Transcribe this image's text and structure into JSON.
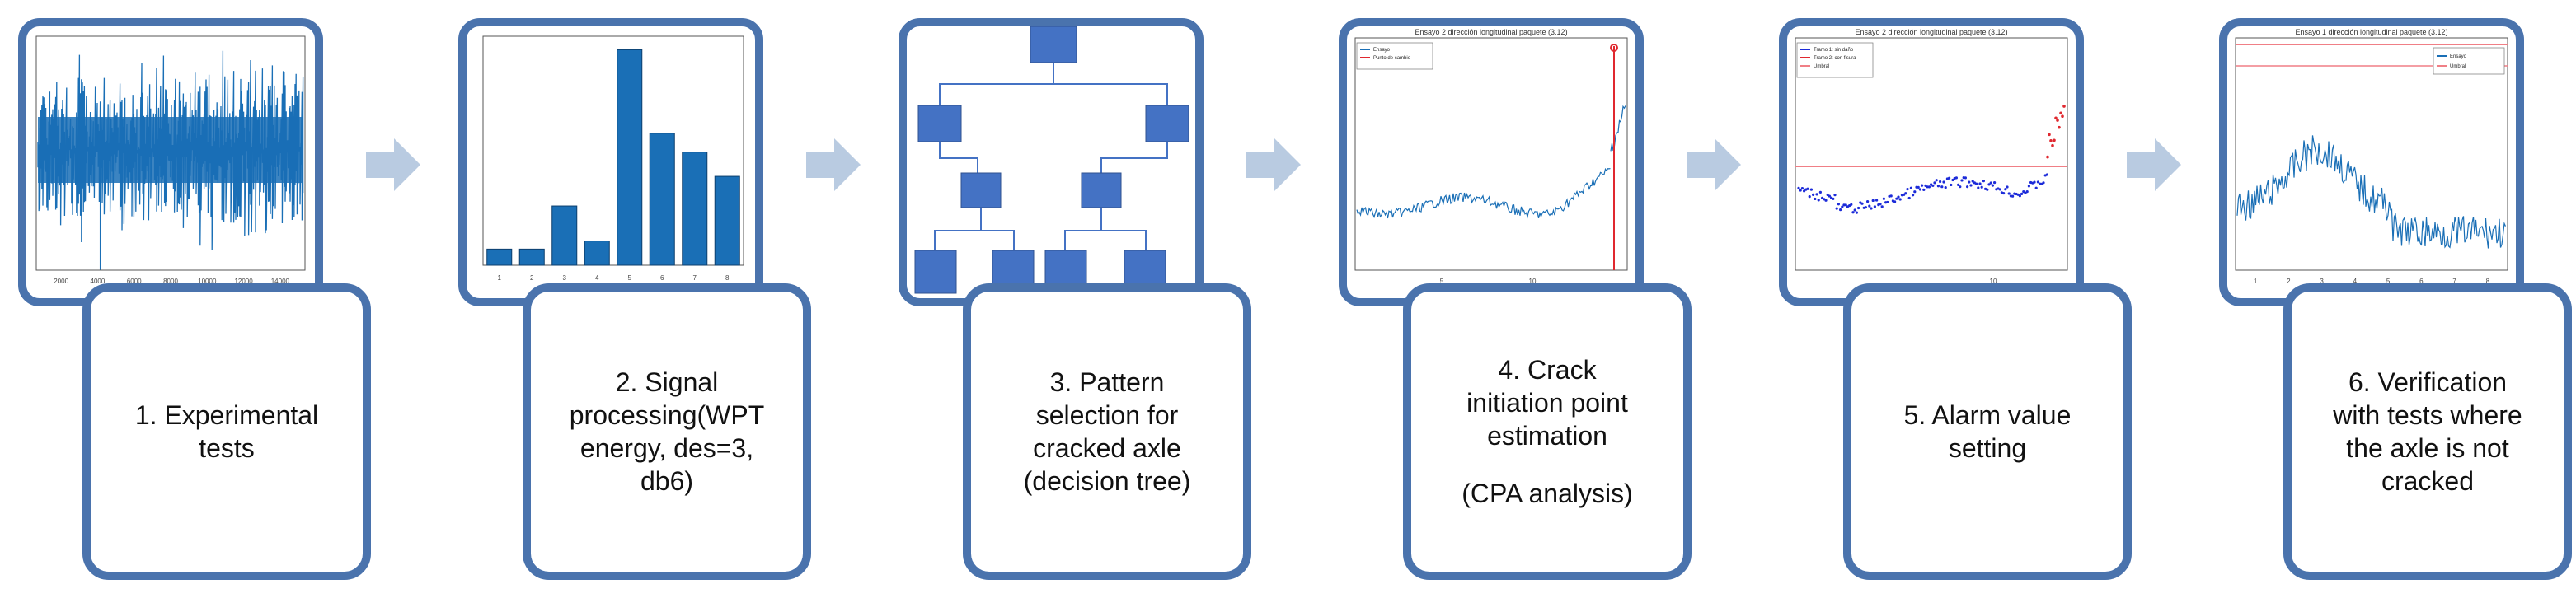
{
  "colors": {
    "frame": "#4a73ad",
    "arrow": "#b9cbe1",
    "signal": "#1a6fb6",
    "marker_blue": "#1c2bd9",
    "marker_red": "#e0282f",
    "threshold": "#f07f86"
  },
  "steps": [
    {
      "id": "experimental-tests",
      "label": "1. Experimental\ntests",
      "subtext": "",
      "thumbnail": {
        "kind": "vibration-signal",
        "x_ticks": [
          "2000",
          "4000",
          "6000",
          "8000",
          "10000",
          "12000",
          "14000"
        ]
      }
    },
    {
      "id": "signal-processing",
      "label": "2. Signal\nprocessing(WPT\nenergy, des=3,\ndb6)",
      "subtext": "",
      "thumbnail": {
        "kind": "bar-chart",
        "x_ticks": [
          "1",
          "2",
          "3",
          "4",
          "5",
          "6",
          "7",
          "8"
        ],
        "values": [
          0.06,
          0.06,
          0.22,
          0.09,
          0.8,
          0.49,
          0.42,
          0.33
        ],
        "ylim": [
          0,
          0.85
        ]
      }
    },
    {
      "id": "pattern-selection",
      "label": "3. Pattern\nselection for\ncracked axle\n(decision tree)",
      "subtext": "",
      "thumbnail": {
        "kind": "decision-tree"
      }
    },
    {
      "id": "crack-initiation",
      "label": "4. Crack\ninitiation point\nestimation",
      "subtext": "(CPA analysis)",
      "thumbnail": {
        "kind": "cpa-plot",
        "title": "Ensayo 2 dirección longitudinal paquete (3.12)",
        "legend": [
          "Ensayo",
          "Punto de cambio"
        ],
        "x_ticks": [
          "5",
          "10"
        ]
      }
    },
    {
      "id": "alarm-value",
      "label": "5. Alarm value\nsetting",
      "subtext": "",
      "thumbnail": {
        "kind": "alarm-plot",
        "title": "Ensayo 2 dirección longitudinal paquete (3.12)",
        "legend": [
          "Tramo 1: sin daño",
          "Tramo 2: con fisura",
          "Umbral"
        ],
        "x_ticks": [
          "10"
        ]
      }
    },
    {
      "id": "verification",
      "label": "6. Verification\nwith tests where\nthe axle is not\ncracked",
      "subtext": "",
      "thumbnail": {
        "kind": "verification-plot",
        "title": "Ensayo 1 dirección longitudinal paquete (3.12)",
        "legend": [
          "Ensayo",
          "Umbral"
        ],
        "x_ticks": [
          "1",
          "2",
          "3",
          "4",
          "5",
          "6",
          "7",
          "8"
        ]
      }
    }
  ]
}
